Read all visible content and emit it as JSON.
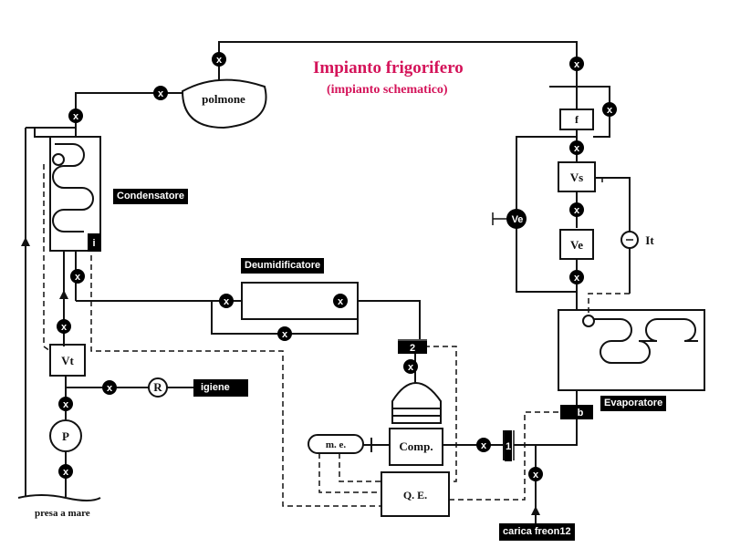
{
  "title": "Impianto frigorifero",
  "subtitle": "(impianto schematico)",
  "components": {
    "polmone": "polmone",
    "condensatore": "Condensatore",
    "deumidificatore": "Deumidificatore",
    "evaporatore": "Evaporatore",
    "igiene": "igiene",
    "carica": "carica freon12",
    "presa": "presa a mare",
    "compressor": "Comp.",
    "me": "m. e.",
    "qe": "Q. E.",
    "vt": "Vt",
    "p": "P",
    "r": "R",
    "vs": "Vs",
    "ve": "Ve",
    "ve_left": "Ve",
    "it": "It",
    "f": "f",
    "i": "i",
    "b": "b",
    "n1": "1",
    "n2": "2"
  },
  "valve_symbol": "x",
  "colors": {
    "title": "#d4145a",
    "line": "#111111"
  }
}
